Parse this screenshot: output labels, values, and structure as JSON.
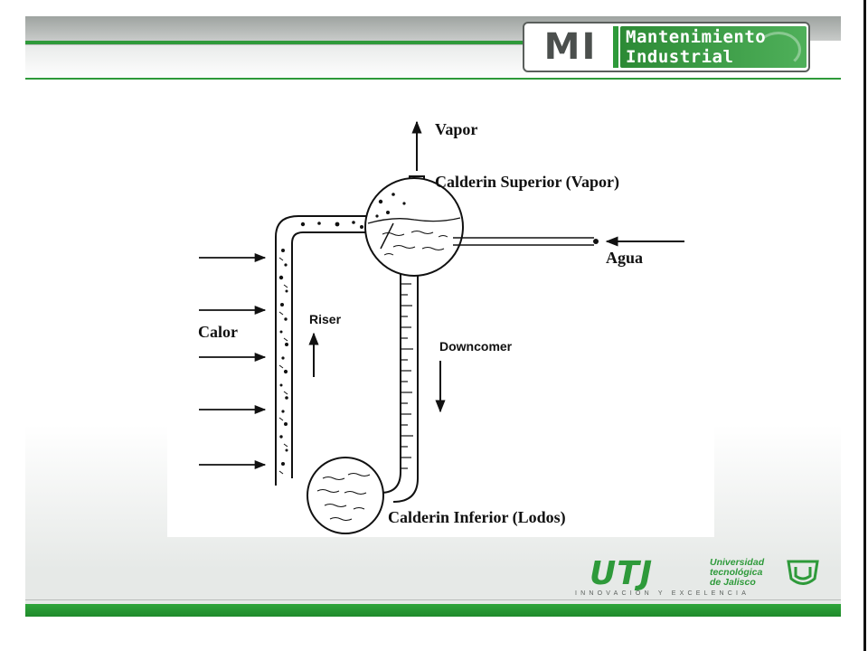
{
  "header": {
    "logo_initials": "MI",
    "logo_line1": "Mantenimiento",
    "logo_line2": "Industrial"
  },
  "diagram": {
    "labels": {
      "vapor": "Vapor",
      "upper_drum": "Calderin Superior (Vapor)",
      "water": "Agua",
      "heat": "Calor",
      "riser": "Riser",
      "downcomer": "Downcomer",
      "lower_drum": "Calderin Inferior (Lodos)"
    }
  },
  "footer": {
    "brand": "UTJ",
    "brand_lines": [
      "Universidad",
      "tecnológica",
      "de Jalisco"
    ],
    "motto": "INNOVACION Y EXCELENCIA"
  },
  "colors": {
    "accent_green": "#2e9a3a",
    "header_gray": "#9ea3a0",
    "ink": "#111111"
  }
}
